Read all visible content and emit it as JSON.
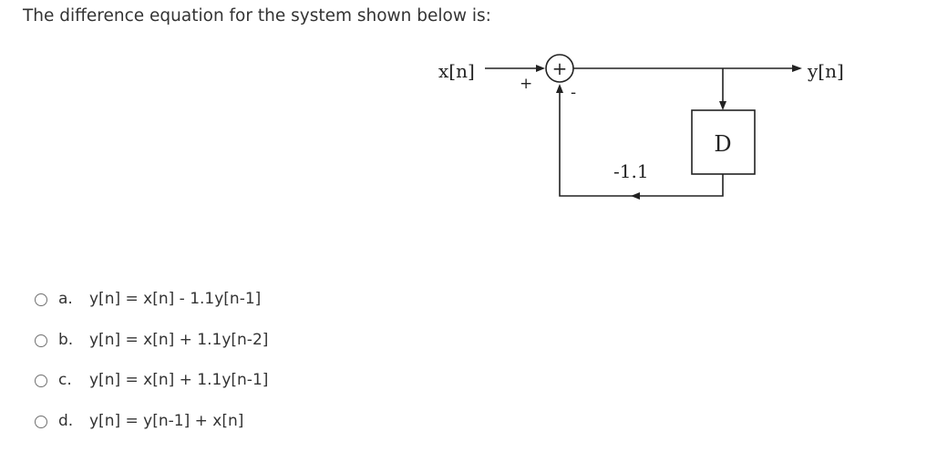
{
  "question": {
    "text": "The difference equation for the system shown below is:"
  },
  "diagram": {
    "input_label": "x[n]",
    "output_label": "y[n]",
    "adder_symbol": "+",
    "input_sign": "+",
    "feedback_sign": "-",
    "gain": "-1.1",
    "delay_label": "D"
  },
  "options": [
    {
      "letter": "a.",
      "text": "y[n] = x[n] - 1.1y[n-1]"
    },
    {
      "letter": "b.",
      "text": "y[n] = x[n] + 1.1y[n-2]"
    },
    {
      "letter": "c.",
      "text": "y[n] = x[n] + 1.1y[n-1]"
    },
    {
      "letter": "d.",
      "text": "y[n] = y[n-1] + x[n]"
    }
  ]
}
